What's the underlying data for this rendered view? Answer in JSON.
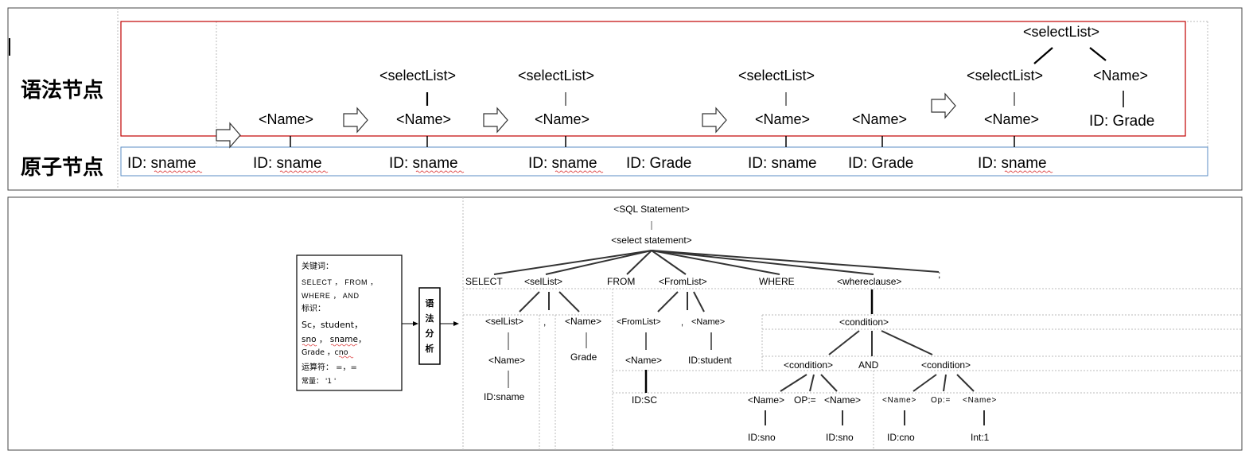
{
  "top": {
    "row_labels": {
      "syntax": "语法节点",
      "atom": "原子节点"
    },
    "atoms": [
      "ID: sname",
      "ID: sname",
      "ID: sname",
      "ID: sname",
      "ID: Grade",
      "ID: sname",
      "ID: Grade",
      "ID: sname"
    ],
    "name": "<Name>",
    "select_list": "<selectList>",
    "id_grade": "ID: Grade"
  },
  "bottom": {
    "tokens_box": {
      "kw_title": "关键词：",
      "kw_line1": "SELECT ， FROM ，",
      "kw_line2": "WHERE ， AND",
      "id_title": "标识：",
      "id_line1": "Sc，student，",
      "id_line2": "sno ， sname，",
      "id_line3": "Grade ，cno",
      "op_line": "运算符： =，=",
      "const_line": "常量：  '1 '"
    },
    "parser_box": [
      "语",
      "法",
      "分",
      "析"
    ],
    "tree": {
      "root": "<SQL Statement>",
      "select_stmt": "<select statement>",
      "select_kw": "SELECT",
      "sel_list": "<selList>",
      "from_kw": "FROM",
      "from_list": "<FromList>",
      "where_kw": "WHERE",
      "where_clause": "<whereclause>",
      "semicolon": ";",
      "sel_list_child": "<selList>",
      "comma": ",",
      "name": "<Name>",
      "grade": "Grade",
      "id_sname": "ID:sname",
      "from_list_child": "<FromList>",
      "from_comma": ",",
      "id_student": "ID:student",
      "id_sc": "ID:SC",
      "condition": "<condition>",
      "and_kw": "AND",
      "op_eq1": "OP:=",
      "op_eq2": "Op:=",
      "id_sno": "ID:sno",
      "id_cno": "ID:cno",
      "int1": "Int:1"
    }
  }
}
